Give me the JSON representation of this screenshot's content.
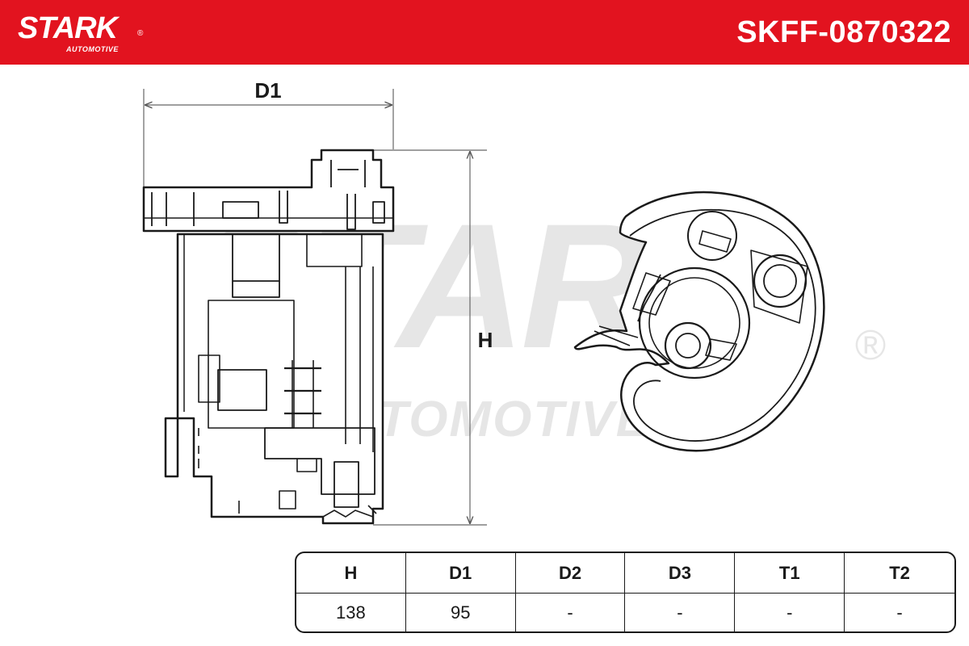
{
  "brand": {
    "name": "STARK",
    "registered": "®",
    "tagline": "AUTOMOTIVE",
    "header_color": "#e2131f"
  },
  "product": {
    "part_number": "SKFF-0870322"
  },
  "watermark": {
    "text": "STARK",
    "subtext": "AUTOMOTIVE",
    "registered": "®"
  },
  "dimension_labels": {
    "d1": "D1",
    "h": "H"
  },
  "spec_table": {
    "headers": [
      "H",
      "D1",
      "D2",
      "D3",
      "T1",
      "T2"
    ],
    "values": [
      "138",
      "95",
      "-",
      "-",
      "-",
      "-"
    ]
  }
}
